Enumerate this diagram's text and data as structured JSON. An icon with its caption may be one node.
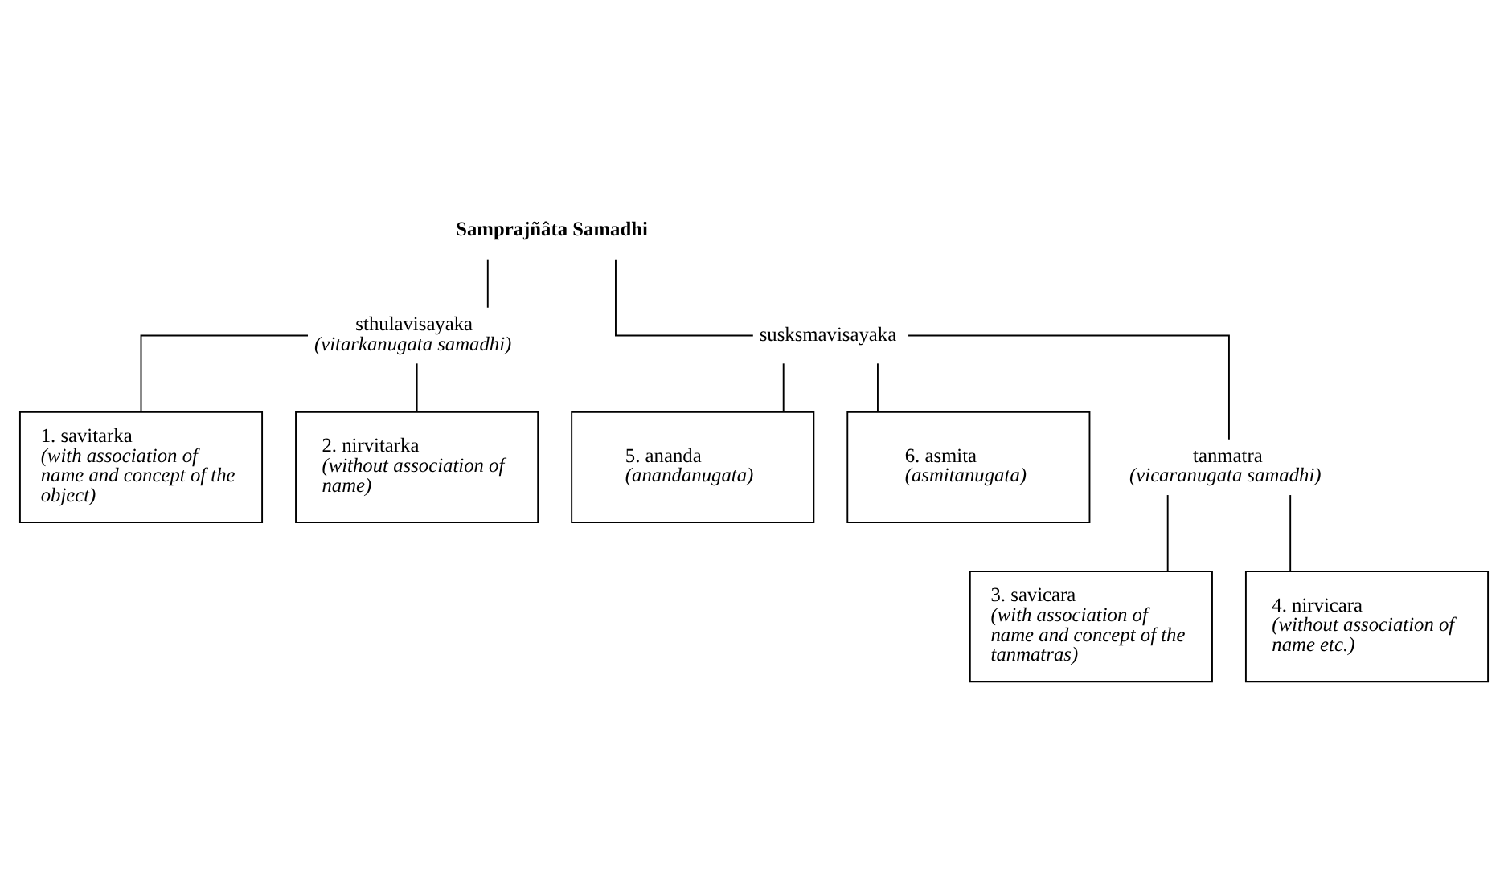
{
  "diagram": {
    "nodes": [
      {
        "text": [
          "Samprajñâta Samadhi"
        ]
      },
      {
        "text": [
          "sthulavisayaka",
          "(vitarkanugata samadhi)"
        ]
      },
      {
        "text": [
          "susksmavisayaka"
        ]
      },
      {
        "text": [
          "1. savitarka",
          "(with association of name and concept of the object)"
        ]
      },
      {
        "text": [
          "2. nirvitarka",
          "(without association of name)"
        ]
      },
      {
        "text": [
          "5. ananda",
          "(anandanugata)"
        ]
      },
      {
        "text": [
          "6. asmita",
          "(asmitanugata)"
        ]
      },
      {
        "text": [
          "tanmatra",
          "(vicaranugata samadhi)"
        ]
      },
      {
        "text": [
          "3. savicara",
          "(with association of name and concept of the tanmatras)"
        ]
      },
      {
        "text": [
          "4. nirvicara",
          "(without association of name etc.)"
        ]
      }
    ],
    "edges": [
      {
        "from": 0,
        "to": 1,
        "arrow": "none"
      },
      {
        "from": 0,
        "to": 2,
        "arrow": "none"
      },
      {
        "from": 1,
        "to": 3,
        "arrow": "none"
      },
      {
        "from": 1,
        "to": 4,
        "arrow": "none"
      },
      {
        "from": 2,
        "to": 5,
        "arrow": "none"
      },
      {
        "from": 2,
        "to": 6,
        "arrow": "none"
      },
      {
        "from": 2,
        "to": 7,
        "arrow": "none"
      },
      {
        "from": 7,
        "to": 8,
        "arrow": "none"
      },
      {
        "from": 7,
        "to": 9,
        "arrow": "none"
      }
    ]
  }
}
